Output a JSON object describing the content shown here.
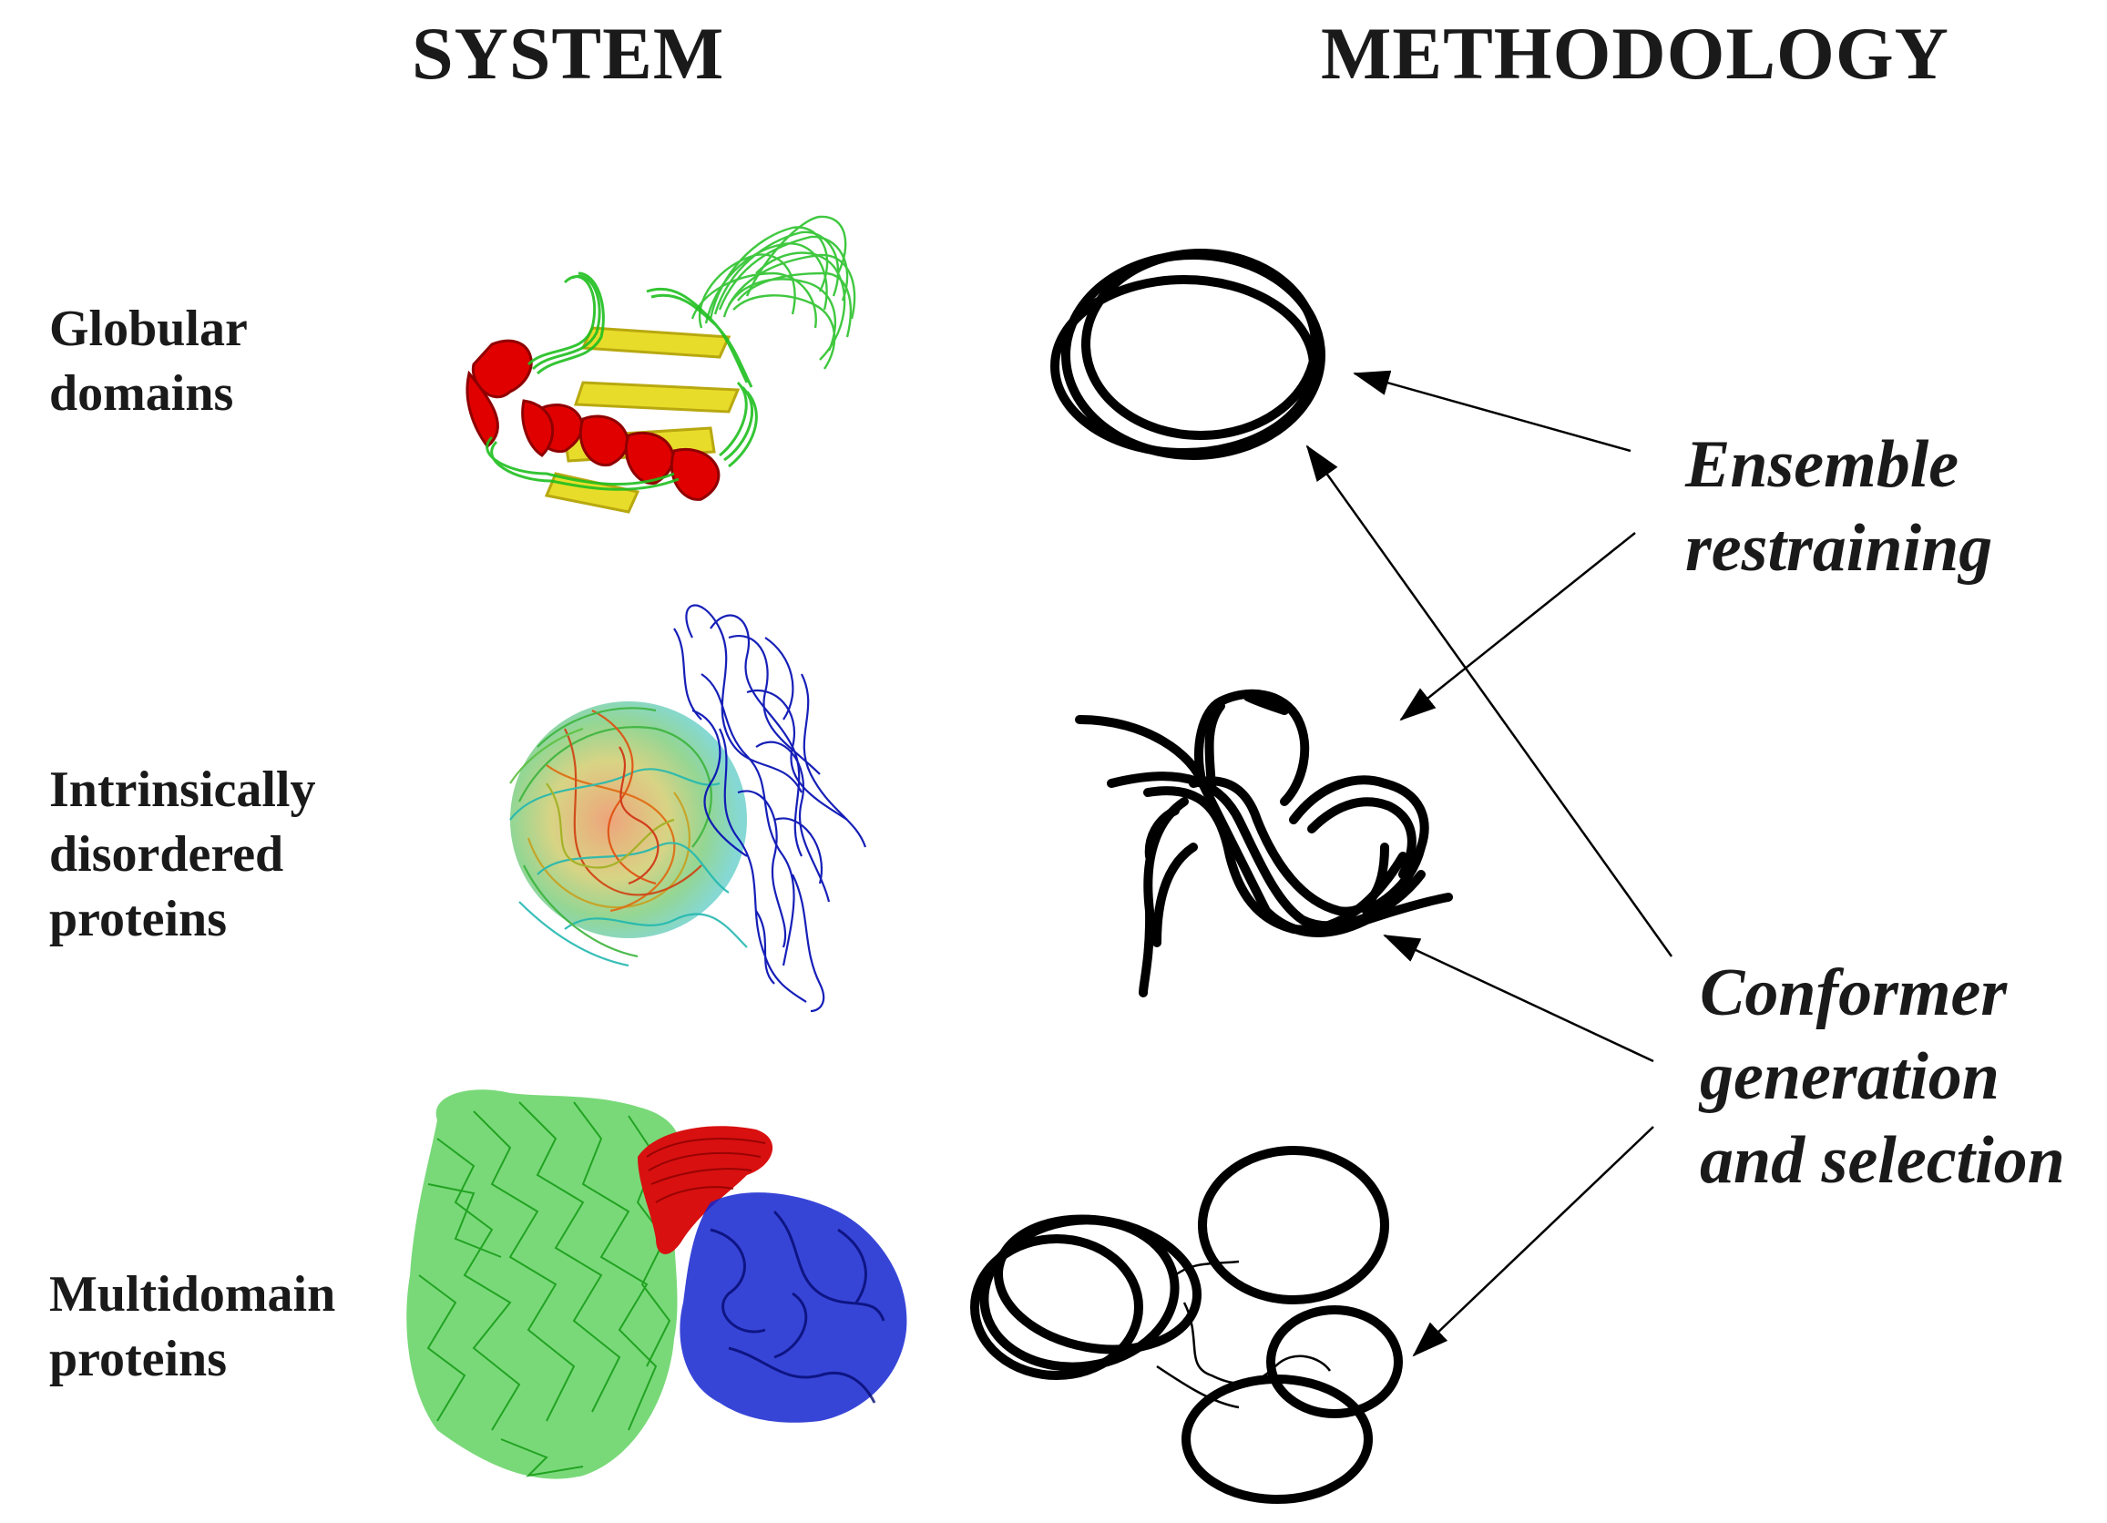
{
  "headings": {
    "system": "SYSTEM",
    "methodology": "METHODOLOGY"
  },
  "systems": [
    {
      "lines": [
        "Globular",
        "domains"
      ]
    },
    {
      "lines": [
        "Intrinsically",
        "disordered",
        "proteins"
      ]
    },
    {
      "lines": [
        "Multidomain",
        "proteins"
      ]
    }
  ],
  "methods": {
    "ensemble": {
      "lines": [
        "Ensemble",
        "restraining"
      ]
    },
    "conformer": {
      "lines": [
        "Conformer",
        "generation",
        "and selection"
      ]
    }
  },
  "colors": {
    "text": "#1a1a1a",
    "helix": "#e00000",
    "sheet": "#e8dc2a",
    "loop_green": "#1fbf1f",
    "disorder_blue": "#0a14b4",
    "disorder_cyan": "#22b8b0",
    "disorder_orange": "#e07a10",
    "domain_red": "#d81010",
    "domain_blue": "#1424d0",
    "glyph": "#000000"
  }
}
